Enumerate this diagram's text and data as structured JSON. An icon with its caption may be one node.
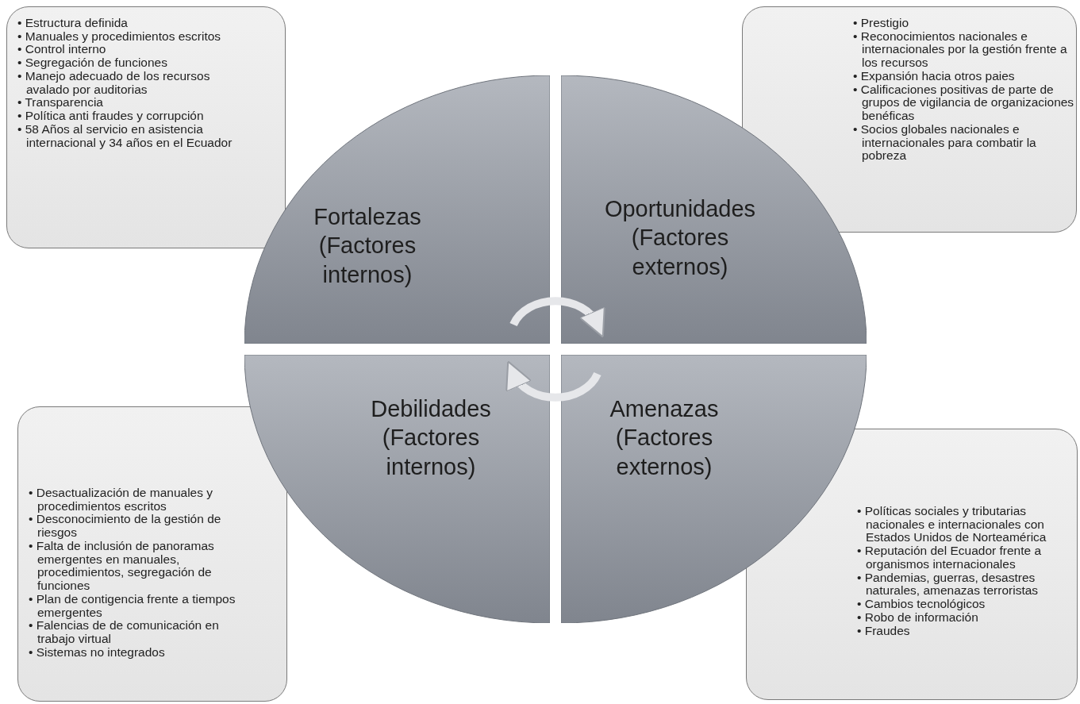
{
  "diagram": {
    "nodes": [
      {
        "text": [
          "• Estructura definida",
          "• Manuales y procedimientos escritos",
          "• Control interno",
          "• Segregación de funciones",
          "• Manejo adecuado de los recursos avalado por auditorias",
          "• Transparencia",
          "• Política anti fraudes y corrupción",
          "• 58 Años al servicio en asistencia internacional y 34 años en el Ecuador"
        ]
      },
      {
        "text": [
          "Fortalezas (Factores internos)"
        ]
      },
      {
        "text": [
          "Oportunidades (Factores externos)"
        ]
      },
      {
        "text": [
          "• Prestigio",
          "• Reconocimientos nacionales e internacionales por la gestión frente a los recursos",
          "• Expansión hacia otros paies",
          "• Calificaciones positivas de parte de grupos de vigilancia de organizaciones benéficas",
          "• Socios globales nacionales e internacionales para combatir la pobreza"
        ]
      },
      {
        "text": [
          "• Desactualización de manuales y procedimientos escritos",
          "• Desconocimiento de la gestión de riesgos",
          "• Falta de inclusión de panoramas emergentes en manuales, procedimientos, segregación de funciones",
          "• Plan de contigencia frente a tiempos emergentes",
          "• Falencias de de comunicación en trabajo virtual",
          "• Sistemas no integrados"
        ]
      },
      {
        "text": [
          "Debilidades (Factores internos)"
        ]
      },
      {
        "text": [
          "Amenazas (Factores externos)"
        ]
      },
      {
        "text": [
          "• Políticas sociales y tributarias nacionales e internacionales con Estados Unidos de Norteamérica",
          "• Reputación del Ecuador frente a organismos internacionales",
          "• Pandemias, guerras, desastres naturales, amenazas terroristas",
          "• Cambios tecnológicos",
          "• Robo de información",
          "• Fraudes"
        ]
      }
    ],
    "edges": [
      {
        "from": 1,
        "to": 2,
        "arrow": "to"
      },
      {
        "from": 6,
        "to": 5,
        "arrow": "to"
      }
    ]
  }
}
